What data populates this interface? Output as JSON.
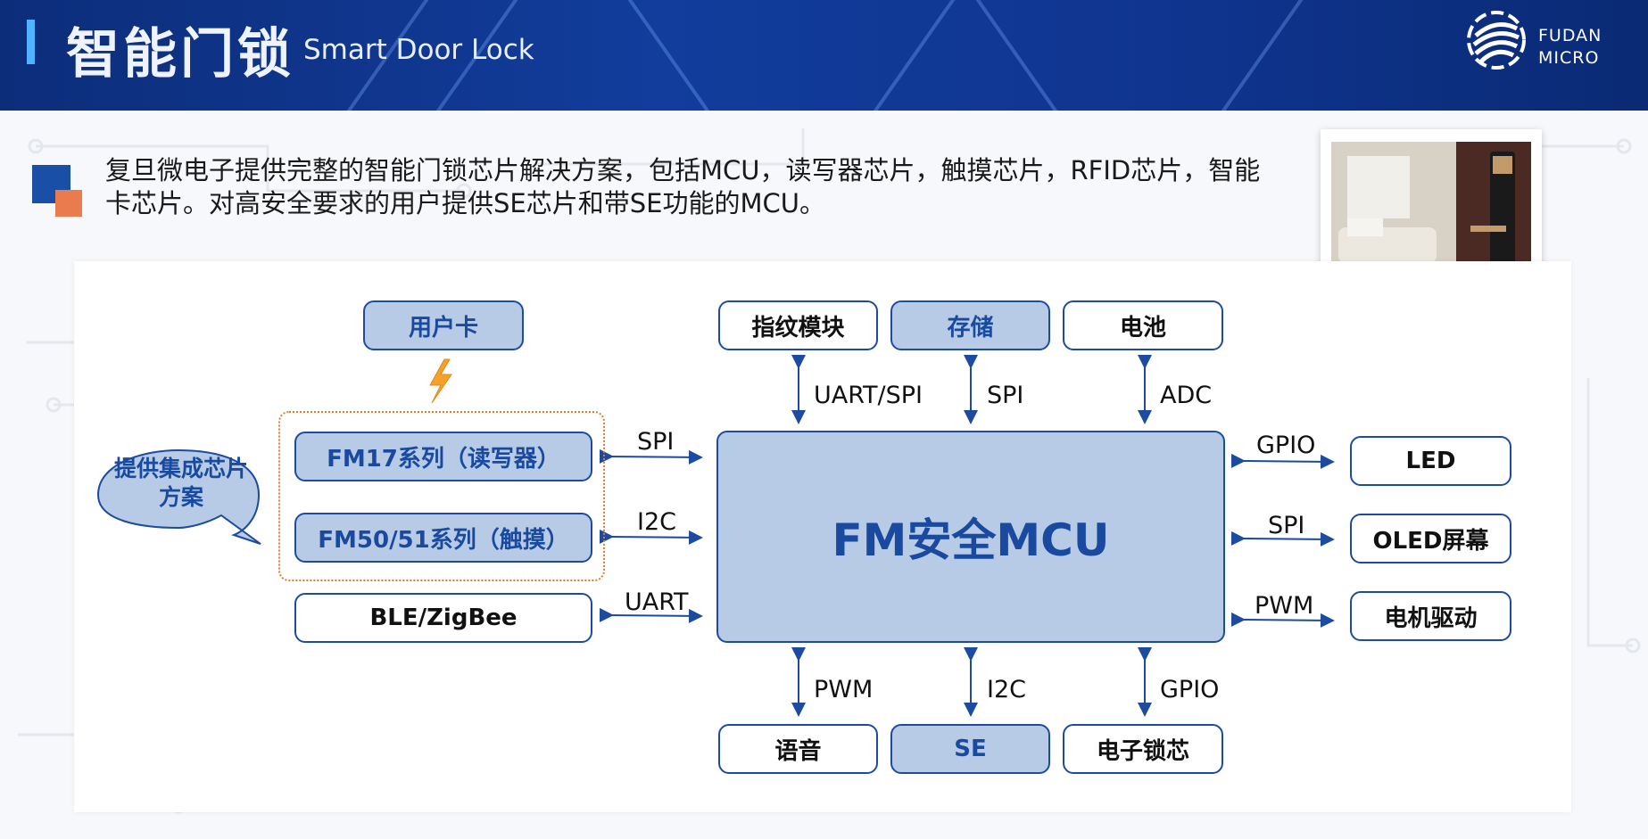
{
  "header": {
    "title_zh": "智能门锁",
    "title_en": "Smart Door Lock",
    "logo_line1": "FUDAN",
    "logo_line2": "MICRO"
  },
  "intro": {
    "text": "复旦微电子提供完整的智能门锁芯片解决方案，包括MCU，读写器芯片，触摸芯片，RFID芯片，智能卡芯片。对高安全要求的用户提供SE芯片和带SE功能的MCU。"
  },
  "diagram": {
    "mcu": "FM安全MCU",
    "bubble": "提供集成芯片方案",
    "left": {
      "user_card": "用户卡",
      "fm17": "FM17系列（读写器）",
      "fm50": "FM50/51系列（触摸）",
      "ble": "BLE/ZigBee",
      "if_spi": "SPI",
      "if_i2c": "I2C",
      "if_uart": "UART"
    },
    "top": {
      "fingerprint": "指纹模块",
      "storage": "存储",
      "battery": "电池",
      "if_uart_spi": "UART/SPI",
      "if_spi": "SPI",
      "if_adc": "ADC"
    },
    "right": {
      "led": "LED",
      "oled": "OLED屏幕",
      "motor": "电机驱动",
      "if_gpio": "GPIO",
      "if_spi": "SPI",
      "if_pwm": "PWM"
    },
    "bottom": {
      "voice": "语音",
      "se": "SE",
      "lock_core": "电子锁芯",
      "if_pwm": "PWM",
      "if_i2c": "I2C",
      "if_gpio": "GPIO"
    }
  },
  "colors": {
    "header_bg": "#123d9c",
    "box_border": "#1c4ba0",
    "box_fill": "#b7cbe6",
    "accent_orange": "#e97b4f",
    "accent_blue": "#1a4fa8"
  }
}
